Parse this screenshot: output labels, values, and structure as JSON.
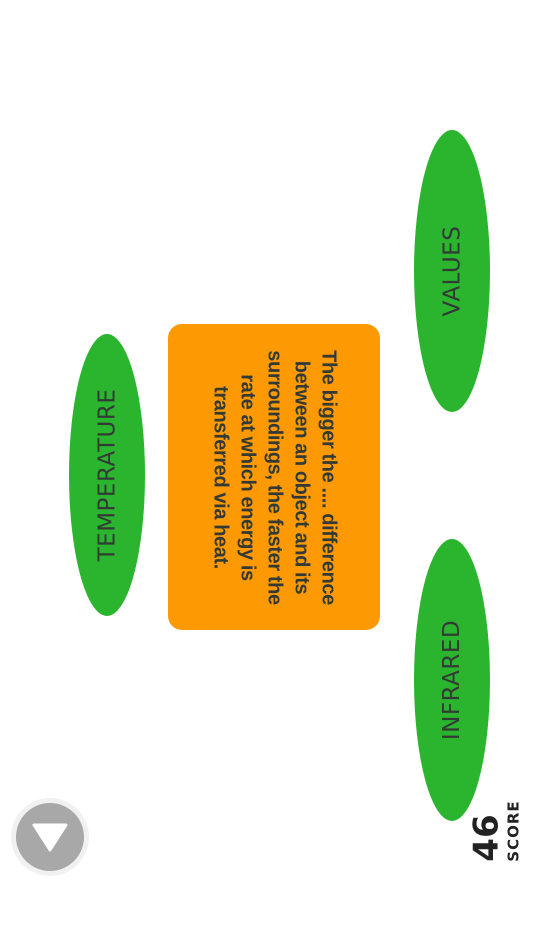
{
  "question": {
    "text": "The bigger the .... difference between an object and its surroundings, the faster the rate at which energy is transferred via heat."
  },
  "answers": [
    {
      "label": "TEMPERATURE"
    },
    {
      "label": "VALUES"
    },
    {
      "label": "INFRARED"
    }
  ],
  "score": {
    "value": "46",
    "label": "SCORE"
  },
  "menu_button": {
    "icon": "triangle-down-icon"
  },
  "colors": {
    "answer_bubble": "#2bb52f",
    "question_card": "#fd9a03",
    "text": "#333a35",
    "menu_button": "#a8a8a8"
  }
}
